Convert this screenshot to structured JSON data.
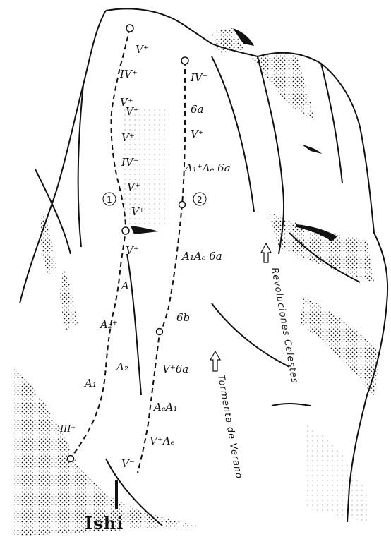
{
  "routes": [
    {
      "marker": "1",
      "grades": [
        "V⁺",
        "IV⁺",
        "V⁺",
        "V⁺",
        "V⁺",
        "IV⁺",
        "V⁺",
        "V⁺",
        "V⁺",
        "A₁",
        "A₂⁺",
        "A₂",
        "A₁",
        "III⁺"
      ]
    },
    {
      "marker": "2",
      "grades": [
        "IV⁻",
        "6a",
        "V⁺",
        "A₁⁺Aₑ 6a",
        "A₁Aₑ 6a",
        "6b",
        "V⁺6a",
        "AₑA₁",
        "V⁺Aₑ",
        "V⁻"
      ]
    }
  ],
  "annotations": {
    "revoluciones": "Revoluciones Celestes",
    "tormenta": "Tormenta de Verano"
  },
  "footer_label": "Ishi"
}
